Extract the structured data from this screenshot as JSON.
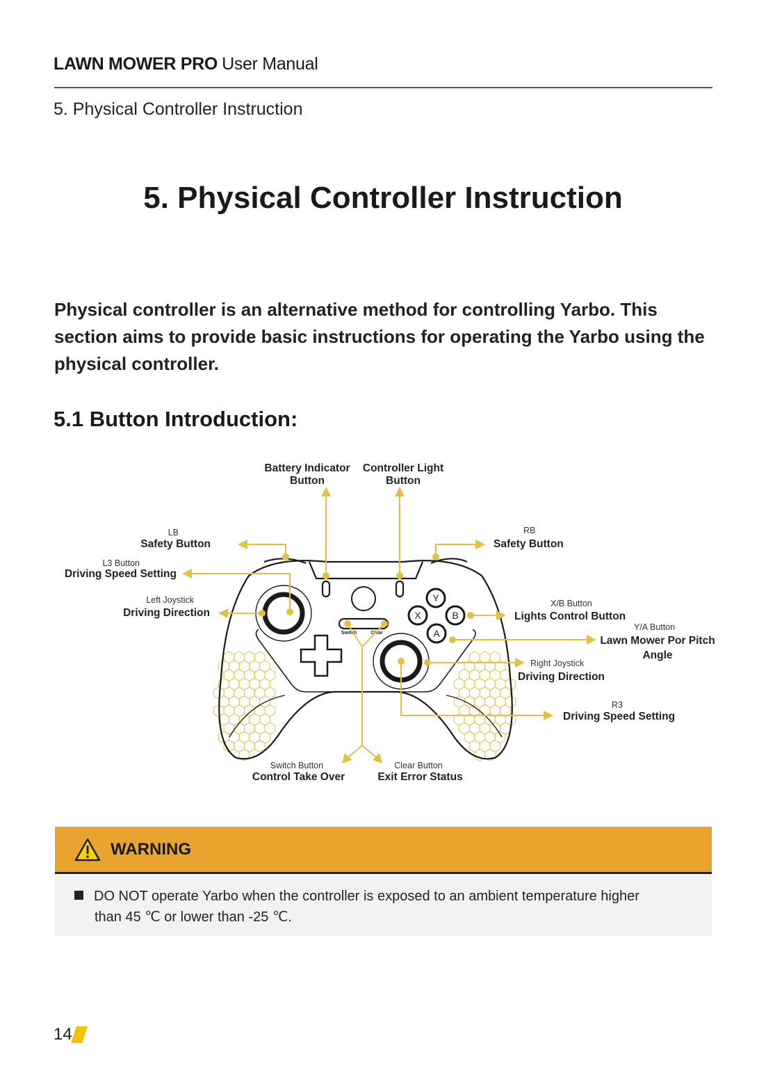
{
  "header": {
    "brand": "LAWN MOWER PRO",
    "subtitle": "User Manual",
    "section": "5. Physical Controller Instruction"
  },
  "title": "5. Physical Controller Instruction",
  "intro": "Physical controller is an alternative method for controlling Yarbo. This section aims to provide basic instructions for operating the Yarbo using the physical controller.",
  "subheading": "5.1 Button Introduction:",
  "diagram": {
    "battery": "Battery Indicator\nButton",
    "light": "Controller Light\nButton",
    "lb_small": "LB",
    "lb": "Safety Button",
    "rb_small": "RB",
    "rb": "Safety Button",
    "l3_small": "L3 Button",
    "l3": "Driving Speed Setting",
    "lj_small": "Left Joystick",
    "lj": "Driving Direction",
    "xb_small": "X/B Button",
    "xb": "Lights Control Button",
    "ya_small": "Y/A Button",
    "ya": "Lawn Mower Por Pitch\nAngle",
    "rj_small": "Right Joystick",
    "rj": "Driving Direction",
    "r3_small": "R3",
    "r3": "Driving Speed Setting",
    "switch_small": "Switch Button",
    "switch": "Control Take Over",
    "clear_small": "Clear Button",
    "clear": "Exit Error Status",
    "btn_switch": "Switch",
    "btn_clear": "Clear",
    "face": {
      "y": "Y",
      "x": "X",
      "b": "B",
      "a": "A"
    }
  },
  "warning": {
    "title": "WARNING",
    "line1": "DO NOT operate Yarbo when the controller is exposed to an ambient temperature higher",
    "line2": "than 45 ℃ or lower than -25 ℃."
  },
  "footer": {
    "page": "14"
  },
  "colors": {
    "accent": "#e3c043",
    "warning": "#e8a42e",
    "page_mark": "#f5c400"
  }
}
